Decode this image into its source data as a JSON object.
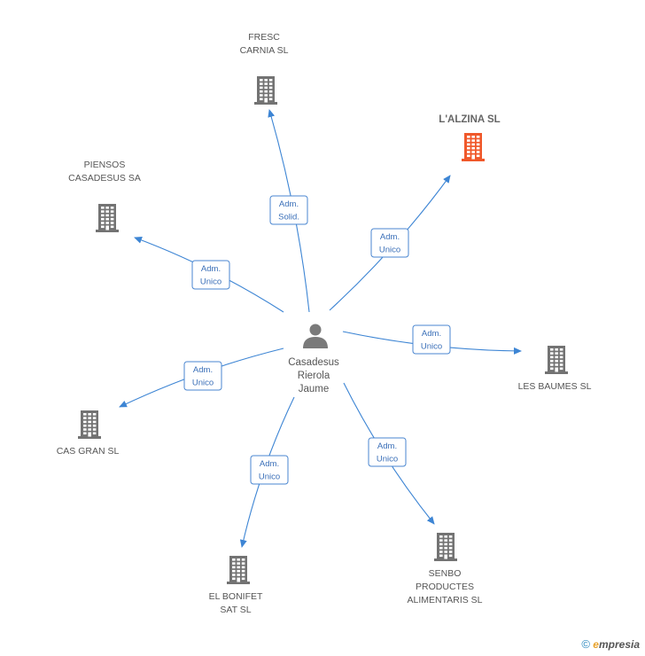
{
  "center": {
    "name_lines": [
      "Casadesus",
      "Rierola",
      "Jaume"
    ]
  },
  "companies": [
    {
      "id": "fresc",
      "name_lines": [
        "FRESC",
        "CARNIA SL"
      ],
      "highlight": false,
      "relation_lines": [
        "Adm.",
        "Solid."
      ]
    },
    {
      "id": "lalzina",
      "name_lines": [
        "L'ALZINA SL"
      ],
      "highlight": true,
      "relation_lines": [
        "Adm.",
        "Unico"
      ]
    },
    {
      "id": "piensos",
      "name_lines": [
        "PIENSOS",
        "CASADESUS SA"
      ],
      "highlight": false,
      "relation_lines": [
        "Adm.",
        "Unico"
      ]
    },
    {
      "id": "lesbaumes",
      "name_lines": [
        "LES BAUMES SL"
      ],
      "highlight": false,
      "relation_lines": [
        "Adm.",
        "Unico"
      ]
    },
    {
      "id": "casgran",
      "name_lines": [
        "CAS GRAN SL"
      ],
      "highlight": false,
      "relation_lines": [
        "Adm.",
        "Unico"
      ]
    },
    {
      "id": "senbo",
      "name_lines": [
        "SENBO",
        "PRODUCTES",
        "ALIMENTARIS SL"
      ],
      "highlight": false,
      "relation_lines": [
        "Adm.",
        "Unico"
      ]
    },
    {
      "id": "elbonifet",
      "name_lines": [
        "EL BONIFET",
        "SAT SL"
      ],
      "highlight": false,
      "relation_lines": [
        "Adm.",
        "Unico"
      ]
    }
  ],
  "colors": {
    "building": "#737373",
    "building_highlight": "#f0582a",
    "edge": "#3d85d4",
    "person": "#7a7a7a"
  },
  "footer": {
    "copyright": "©",
    "brand_initial": "e",
    "brand_rest": "mpresia"
  }
}
